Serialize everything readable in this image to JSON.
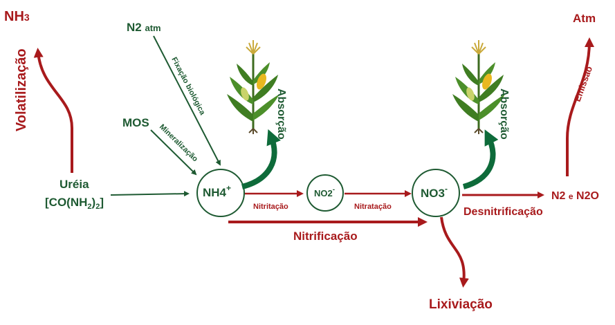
{
  "colors": {
    "green": "#1e5a32",
    "red": "#a81a1c",
    "dark_green": "#0e6b3a"
  },
  "labels": {
    "nh3": "NH3",
    "nh3_sub": "3",
    "volatilizacao": "Volatilização",
    "n2_atm": "N2 atm",
    "fixacao": "Fixação biológica",
    "mos": "MOS",
    "mineralizacao": "Mineralização",
    "ureia": "Uréia",
    "ureia_formula": "[CO(NH2)2]",
    "nh4": "NH4+",
    "no2": "NO2-",
    "no3": "NO3-",
    "nitritacao": "Nitritação",
    "nitratacao": "Nitratação",
    "nitrificacao": "Nitrificação",
    "absorcao1": "Absorção",
    "absorcao2": "Absorção",
    "desnitrificacao": "Desnitrificação",
    "n2_n2o": "N2 e N2O",
    "emissao": "Emissão",
    "atm": "Atm",
    "lixiviacao": "Lixiviação"
  },
  "icons": {
    "plant": "corn-plant-icon"
  }
}
